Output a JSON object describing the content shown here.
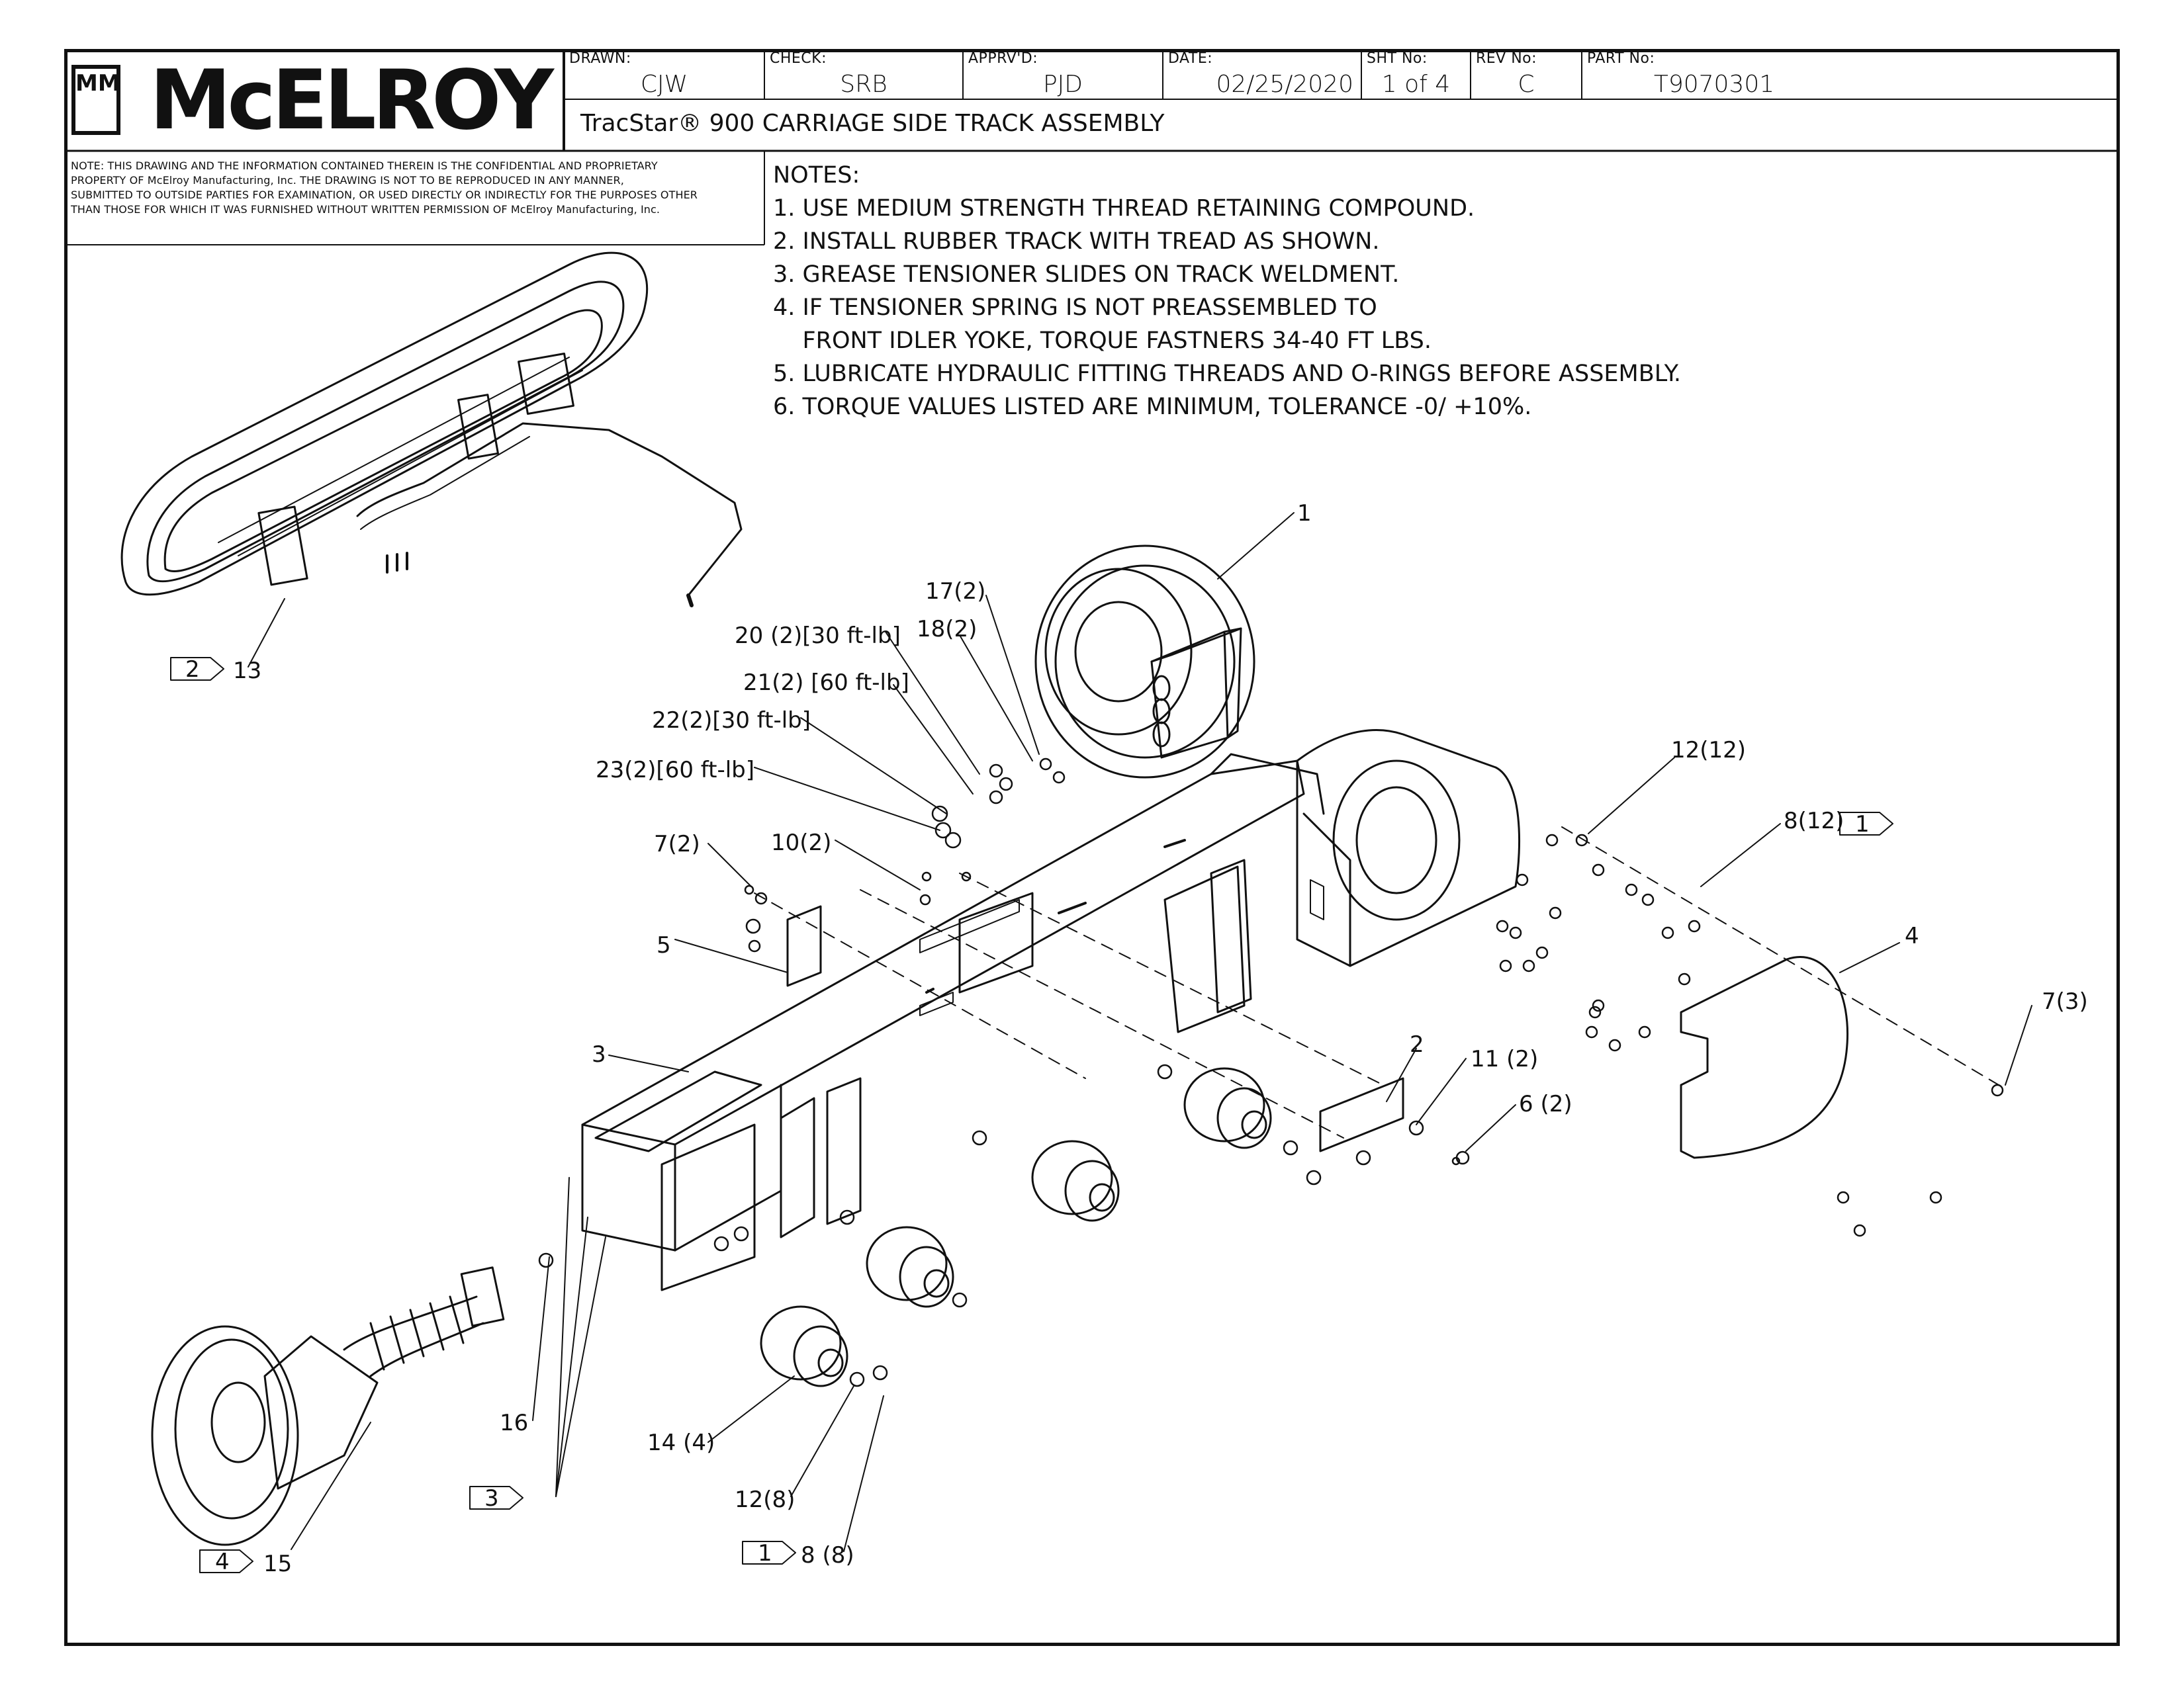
{
  "title_block": {
    "logo_mark": "MM",
    "logo_text": "McELROY",
    "drawn_label": "DRAWN:",
    "drawn": "CJW",
    "check_label": "CHECK:",
    "check": "SRB",
    "apprvd_label": "APPRV'D:",
    "apprvd": "PJD",
    "date_label": "DATE:",
    "date": "02/25/2020",
    "sht_label": "SHT No:",
    "sht": "1 of 4",
    "rev_label": "REV No:",
    "rev": "C",
    "part_label": "PART No:",
    "part": "T9070301",
    "title": "TracStar® 900 CARRIAGE SIDE TRACK ASSEMBLY"
  },
  "disclaimer": [
    "NOTE: THIS DRAWING AND THE INFORMATION CONTAINED THEREIN IS THE CONFIDENTIAL AND PROPRIETARY",
    "PROPERTY OF McElroy Manufacturing, Inc. THE DRAWING IS NOT TO BE REPRODUCED IN ANY MANNER,",
    "SUBMITTED TO OUTSIDE PARTIES FOR EXAMINATION, OR USED DIRECTLY OR INDIRECTLY FOR THE PURPOSES OTHER",
    "THAN THOSE FOR WHICH IT WAS FURNISHED WITHOUT WRITTEN PERMISSION OF McElroy Manufacturing, Inc."
  ],
  "notes": {
    "heading": "NOTES:",
    "items": [
      "1. USE MEDIUM STRENGTH THREAD RETAINING COMPOUND.",
      "2. INSTALL RUBBER TRACK WITH TREAD AS SHOWN.",
      "3. GREASE TENSIONER SLIDES ON TRACK WELDMENT.",
      "4. IF TENSIONER SPRING IS NOT PREASSEMBLED TO",
      "    FRONT IDLER YOKE, TORQUE FASTNERS 34-40 FT LBS.",
      "5. LUBRICATE HYDRAULIC FITTING THREADS AND O-RINGS BEFORE ASSEMBLY.",
      "6. TORQUE VALUES LISTED ARE MINIMUM, TOLERANCE -0/ +10%."
    ]
  },
  "callouts": {
    "c1": "1",
    "c2": "2",
    "c3": "3",
    "c4": "4",
    "c5": "5",
    "c6": "6 (2)",
    "c7a": "7(2)",
    "c7b": "7(3)",
    "c8a": "8(12)",
    "c8b": "8 (8)",
    "c10": "10(2)",
    "c11": "11 (2)",
    "c12a": "12(12)",
    "c12b": "12(8)",
    "c13": "13",
    "c14": "14 (4)",
    "c15": "15",
    "c16": "16",
    "c17": "17(2)",
    "c18": "18(2)",
    "c20": "20 (2)[30 ft-lb]",
    "c21": "21(2) [60 ft-lb]",
    "c22": "22(2)[30 ft-lb]",
    "c23": "23(2)[60 ft-lb]",
    "flag1a": "1",
    "flag1b": "1",
    "flag2": "2",
    "flag3": "3",
    "flag4": "4"
  }
}
